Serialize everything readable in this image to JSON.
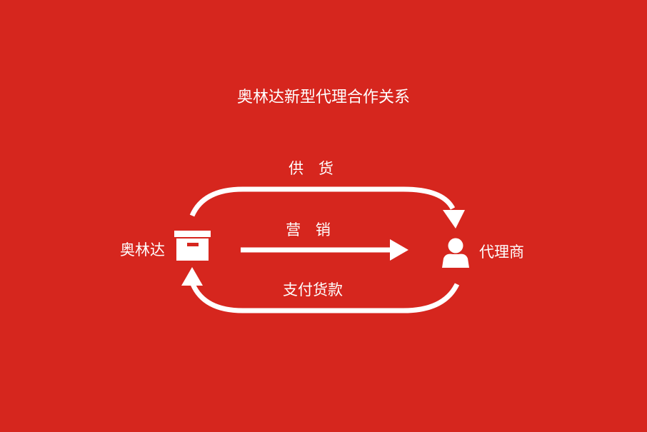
{
  "title": "奥林达新型代理合作关系",
  "nodes": {
    "left": {
      "label": "奥林达",
      "icon": "box-icon"
    },
    "right": {
      "label": "代理商",
      "icon": "person-icon"
    }
  },
  "flows": {
    "top": {
      "label": "供 货",
      "direction": "left-to-right"
    },
    "middle": {
      "label": "营 销",
      "direction": "left-to-right"
    },
    "bottom": {
      "label": "支付货款",
      "direction": "right-to-left"
    }
  },
  "colors": {
    "background": "#d6261e",
    "foreground": "#ffffff",
    "icon_accent": "#d6261e"
  }
}
